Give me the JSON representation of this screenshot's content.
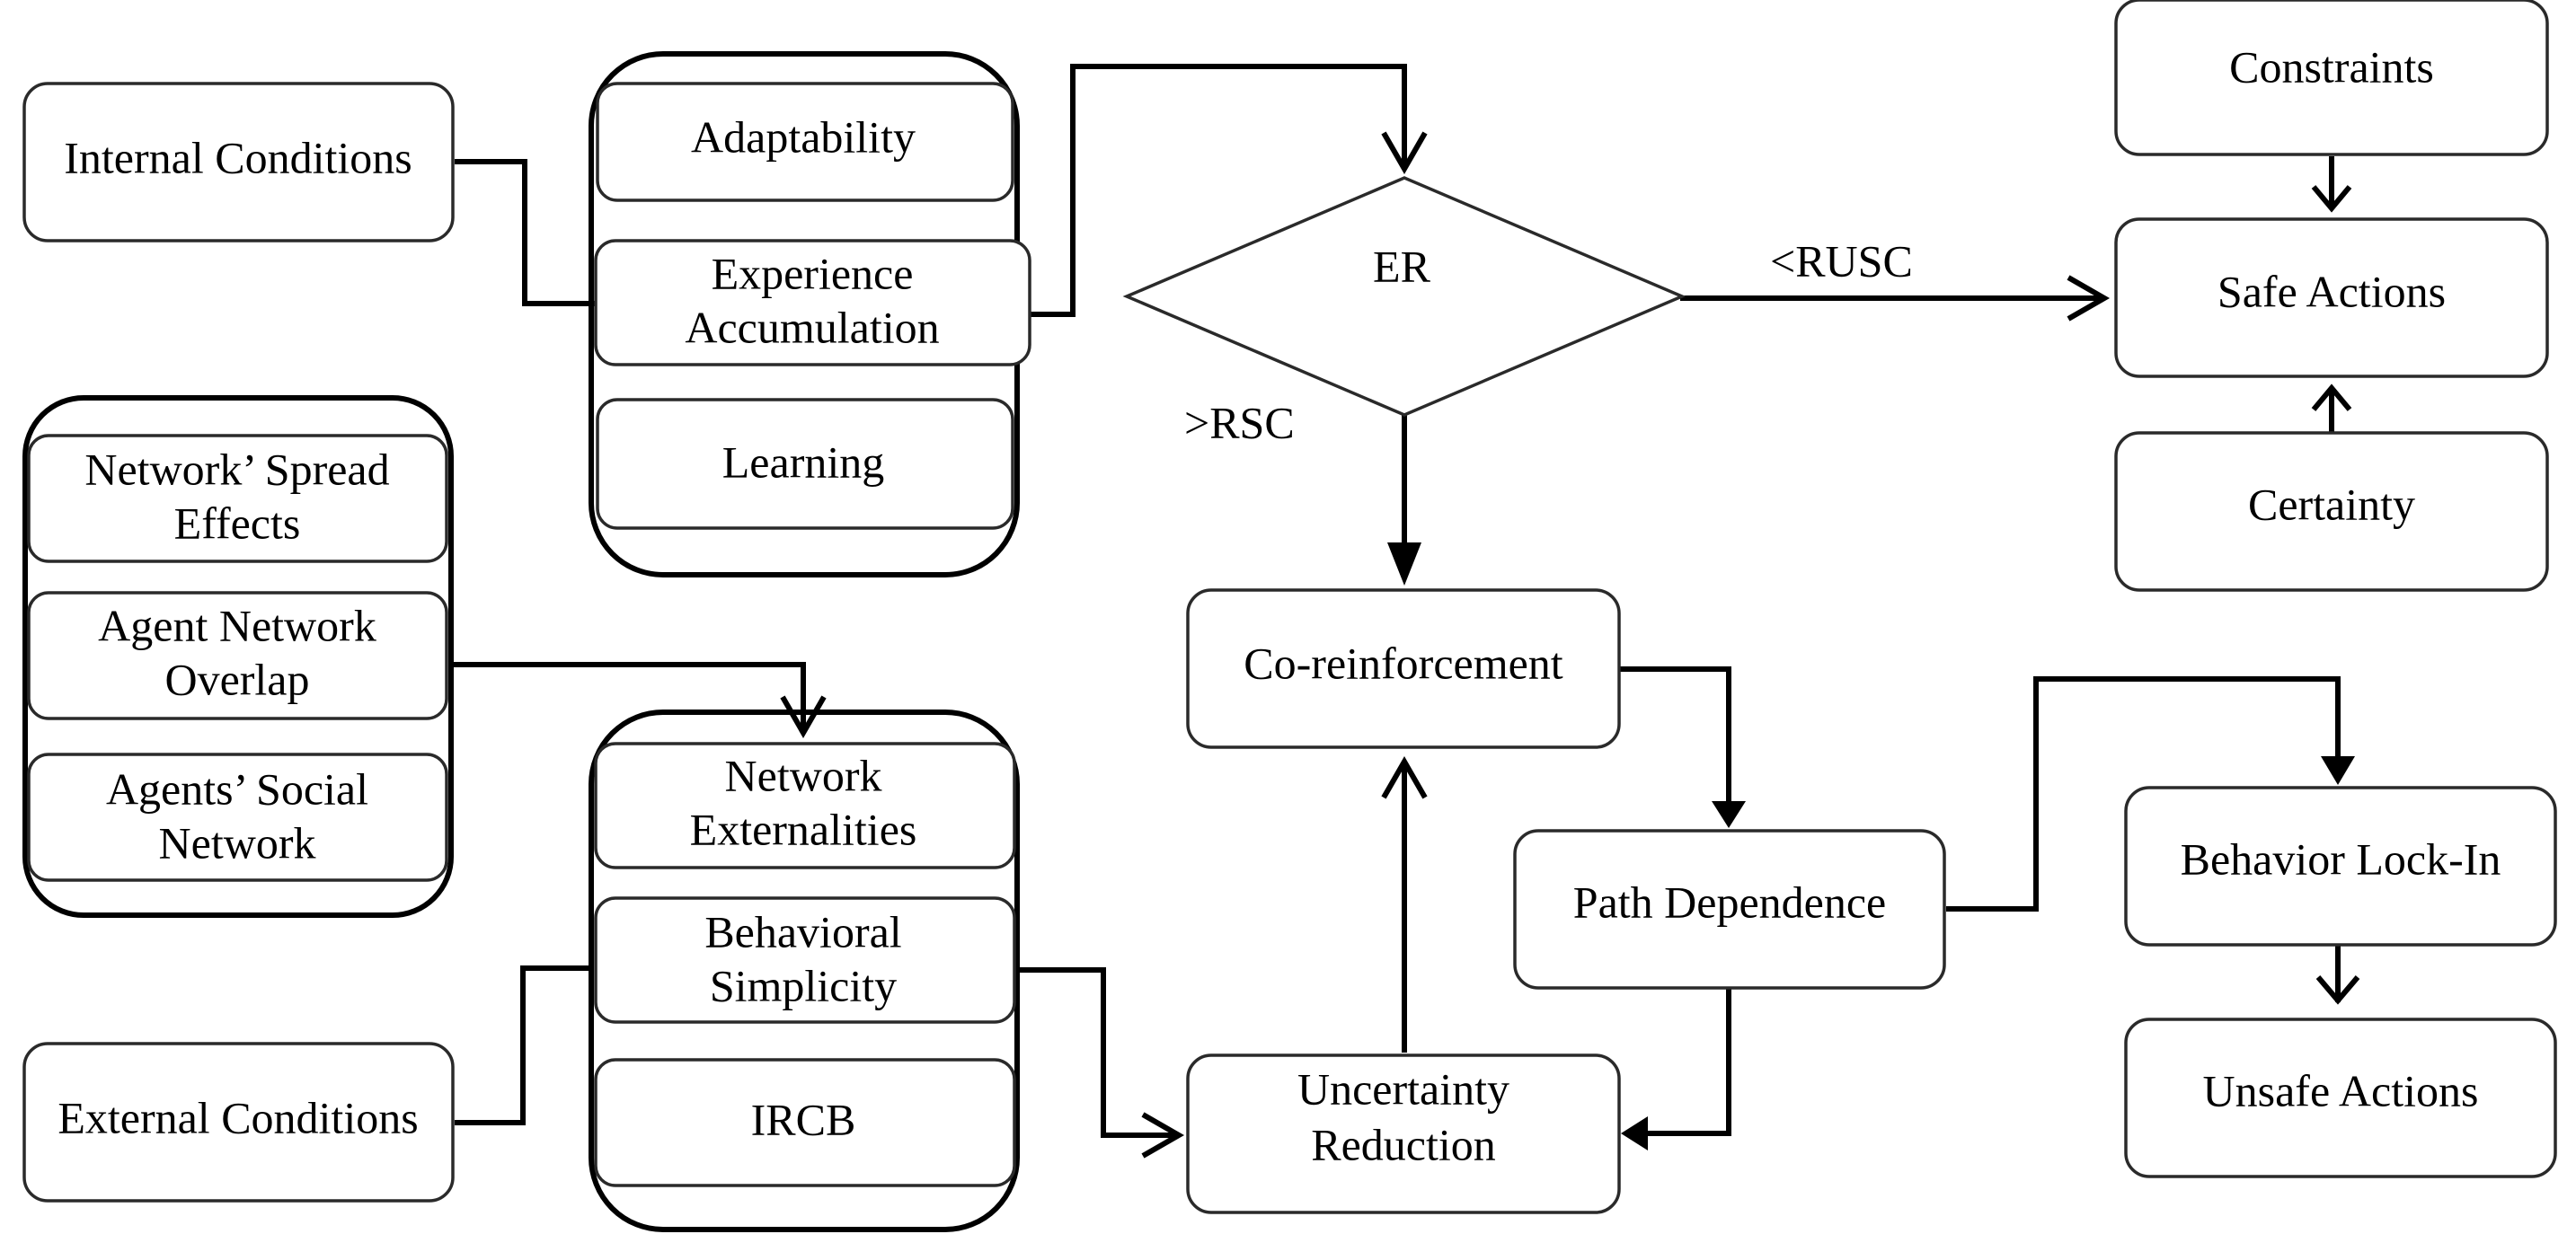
{
  "nodes": {
    "internal_conditions": "Internal Conditions",
    "external_conditions": "External Conditions",
    "adaptability": "Adaptability",
    "experience_accumulation": [
      "Experience",
      "Accumulation"
    ],
    "learning": "Learning",
    "network_spread_effects": [
      "Network’ Spread",
      "Effects"
    ],
    "agent_network_overlap": [
      "Agent Network",
      "Overlap"
    ],
    "agents_social_network": [
      "Agents’ Social",
      "Network"
    ],
    "network_externalities": [
      "Network",
      "Externalities"
    ],
    "behavioral_simplicity": [
      "Behavioral",
      "Simplicity"
    ],
    "ircb": "IRCB",
    "er": "ER",
    "co_reinforcement": "Co-reinforcement",
    "uncertainty_reduction": [
      "Uncertainty",
      "Reduction"
    ],
    "path_dependence": "Path Dependence",
    "constraints": "Constraints",
    "safe_actions": "Safe Actions",
    "certainty": "Certainty",
    "behavior_lock_in": "Behavior Lock-In",
    "unsafe_actions": "Unsafe Actions"
  },
  "edge_labels": {
    "rusc": "<RUSC",
    "rsc": ">RSC"
  },
  "edges": [
    {
      "from": "internal_conditions",
      "to": "experience_accumulation",
      "arrow": "none"
    },
    {
      "from": "external_conditions",
      "to": "behavioral_simplicity",
      "arrow": "none"
    },
    {
      "from": "experience_accumulation",
      "to": "er",
      "arrow": "open"
    },
    {
      "from": "agent_network_overlap",
      "to": "network_externalities",
      "arrow": "open"
    },
    {
      "from": "behavioral_simplicity",
      "to": "uncertainty_reduction",
      "arrow": "open"
    },
    {
      "from": "er",
      "to": "safe_actions",
      "arrow": "open",
      "label": "<RUSC"
    },
    {
      "from": "er",
      "to": "co_reinforcement",
      "arrow": "solid",
      "label": ">RSC"
    },
    {
      "from": "uncertainty_reduction",
      "to": "co_reinforcement",
      "arrow": "open"
    },
    {
      "from": "co_reinforcement",
      "to": "path_dependence",
      "arrow": "solid"
    },
    {
      "from": "path_dependence",
      "to": "uncertainty_reduction",
      "arrow": "solid"
    },
    {
      "from": "path_dependence",
      "to": "behavior_lock_in",
      "arrow": "solid"
    },
    {
      "from": "constraints",
      "to": "safe_actions",
      "arrow": "open"
    },
    {
      "from": "certainty",
      "to": "safe_actions",
      "arrow": "open"
    },
    {
      "from": "behavior_lock_in",
      "to": "unsafe_actions",
      "arrow": "open"
    }
  ]
}
